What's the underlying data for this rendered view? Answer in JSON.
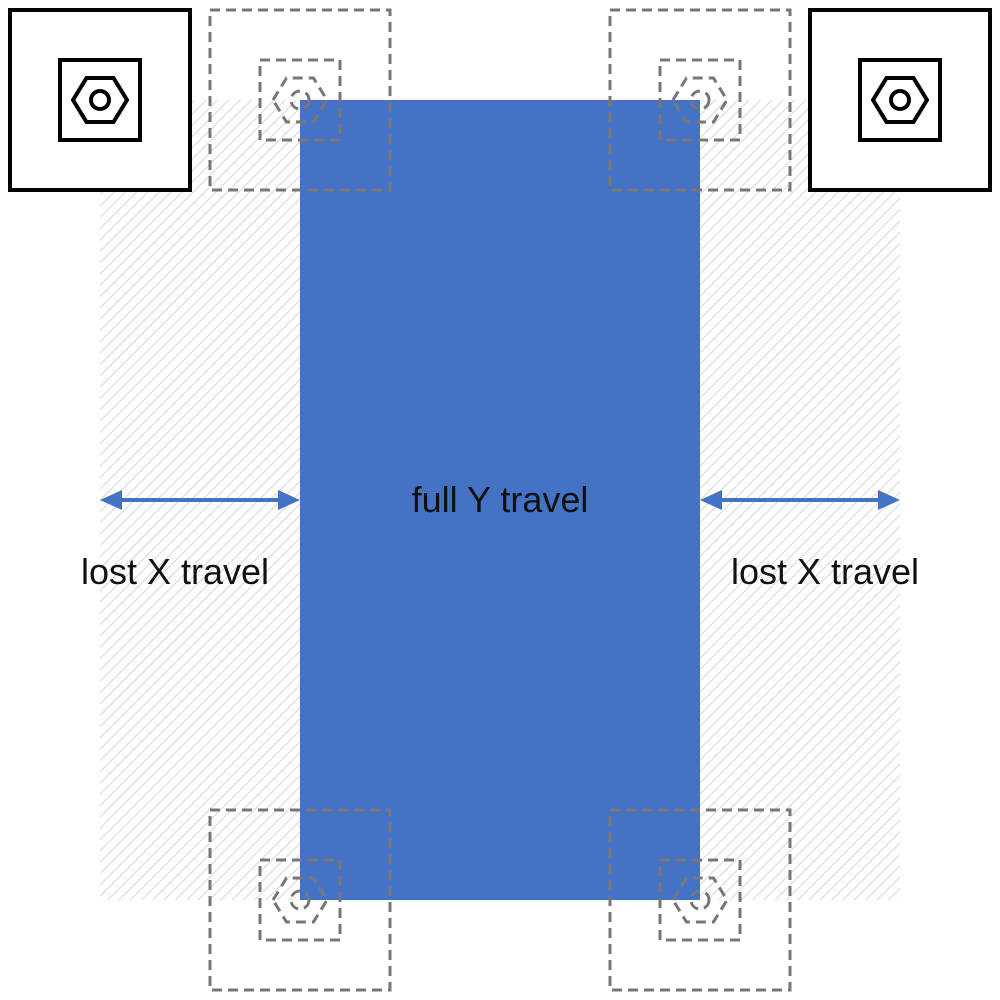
{
  "labels": {
    "center": "full Y travel",
    "left": "lost X travel",
    "right": "lost X travel"
  },
  "colors": {
    "travel_fill": "#4472C4",
    "arrow": "#4472C4",
    "hatch": "#D6D6D6",
    "solid_outline": "#000000",
    "dashed_outline": "#777777",
    "label_text": "#111111"
  },
  "icons": {
    "mount": "hex-nut-icon"
  }
}
